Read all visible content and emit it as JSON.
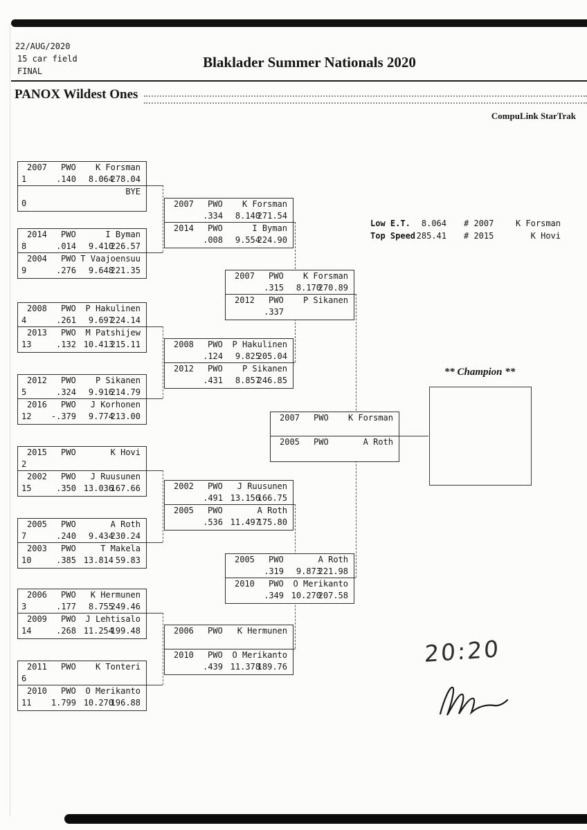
{
  "header": {
    "date": "22/AUG/2020",
    "field_size": "15 car field",
    "round_label": "FINAL",
    "event_title": "Blaklader Summer Nationals 2020",
    "class_title": "PANOX Wildest Ones",
    "timing_brand": "CompuLink StarTrak"
  },
  "stats": {
    "low_et": {
      "label": "Low  E.T.",
      "value": "8.064",
      "car": "# 2007",
      "driver": "K Forsman"
    },
    "top_speed": {
      "label": "Top Speed",
      "value": "285.41",
      "car": "# 2015",
      "driver": "K Hovi"
    }
  },
  "champion": {
    "label": "** Champion **",
    "name": ""
  },
  "annotations": {
    "handwritten_time": "20:20",
    "signature": "signature-scribble"
  },
  "bracket": {
    "round1": [
      [
        {
          "car": "2007",
          "cls": "PWO",
          "driver": "K Forsman",
          "seed": "1",
          "rt": ".140",
          "et": "8.064",
          "speed": "278.04"
        },
        {
          "car": "",
          "cls": "",
          "driver": "BYE",
          "seed": "0",
          "rt": "",
          "et": "",
          "speed": ""
        }
      ],
      [
        {
          "car": "2014",
          "cls": "PWO",
          "driver": "I Byman",
          "seed": "8",
          "rt": ".014",
          "et": "9.410",
          "speed": "226.57"
        },
        {
          "car": "2004",
          "cls": "PWO",
          "driver": "T Vaajoensuu",
          "seed": "9",
          "rt": ".276",
          "et": "9.648",
          "speed": "221.35"
        }
      ],
      [
        {
          "car": "2008",
          "cls": "PWO",
          "driver": "P Hakulinen",
          "seed": "4",
          "rt": ".261",
          "et": "9.697",
          "speed": "224.14"
        },
        {
          "car": "2013",
          "cls": "PWO",
          "driver": "M Patshijew",
          "seed": "13",
          "rt": ".132",
          "et": "10.413",
          "speed": "215.11"
        }
      ],
      [
        {
          "car": "2012",
          "cls": "PWO",
          "driver": "P Sikanen",
          "seed": "5",
          "rt": ".324",
          "et": "9.916",
          "speed": "214.79"
        },
        {
          "car": "2016",
          "cls": "PWO",
          "driver": "J Korhonen",
          "seed": "12",
          "rt": "-.379",
          "et": "9.774",
          "speed": "213.00"
        }
      ],
      [
        {
          "car": "2015",
          "cls": "PWO",
          "driver": "K Hovi",
          "seed": "2",
          "rt": "",
          "et": "",
          "speed": ""
        },
        {
          "car": "2002",
          "cls": "PWO",
          "driver": "J Ruusunen",
          "seed": "15",
          "rt": ".350",
          "et": "13.036",
          "speed": "167.66"
        }
      ],
      [
        {
          "car": "2005",
          "cls": "PWO",
          "driver": "A Roth",
          "seed": "7",
          "rt": ".240",
          "et": "9.434",
          "speed": "230.24"
        },
        {
          "car": "2003",
          "cls": "PWO",
          "driver": "T Makela",
          "seed": "10",
          "rt": ".385",
          "et": "13.814",
          "speed": "59.83"
        }
      ],
      [
        {
          "car": "2006",
          "cls": "PWO",
          "driver": "K Hermunen",
          "seed": "3",
          "rt": ".177",
          "et": "8.755",
          "speed": "249.46"
        },
        {
          "car": "2009",
          "cls": "PWO",
          "driver": "J Lehtisalo",
          "seed": "14",
          "rt": ".268",
          "et": "11.254",
          "speed": "199.48"
        }
      ],
      [
        {
          "car": "2011",
          "cls": "PWO",
          "driver": "K Tonteri",
          "seed": "6",
          "rt": "",
          "et": "",
          "speed": ""
        },
        {
          "car": "2010",
          "cls": "PWO",
          "driver": "O Merikanto",
          "seed": "11",
          "rt": "1.799",
          "et": "10.270",
          "speed": "196.88"
        }
      ]
    ],
    "round2": [
      [
        {
          "car": "2007",
          "cls": "PWO",
          "driver": "K Forsman",
          "seed": "",
          "rt": ".334",
          "et": "8.140",
          "speed": "271.54"
        },
        {
          "car": "2014",
          "cls": "PWO",
          "driver": "I Byman",
          "seed": "",
          "rt": ".008",
          "et": "9.554",
          "speed": "224.90"
        }
      ],
      [
        {
          "car": "2008",
          "cls": "PWO",
          "driver": "P Hakulinen",
          "seed": "",
          "rt": ".124",
          "et": "9.825",
          "speed": "205.04"
        },
        {
          "car": "2012",
          "cls": "PWO",
          "driver": "P Sikanen",
          "seed": "",
          "rt": ".431",
          "et": "8.857",
          "speed": "246.85"
        }
      ],
      [
        {
          "car": "2002",
          "cls": "PWO",
          "driver": "J Ruusunen",
          "seed": "",
          "rt": ".491",
          "et": "13.156",
          "speed": "166.75"
        },
        {
          "car": "2005",
          "cls": "PWO",
          "driver": "A Roth",
          "seed": "",
          "rt": ".536",
          "et": "11.497",
          "speed": "175.80"
        }
      ],
      [
        {
          "car": "2006",
          "cls": "PWO",
          "driver": "K Hermunen",
          "seed": "",
          "rt": "",
          "et": "",
          "speed": ""
        },
        {
          "car": "2010",
          "cls": "PWO",
          "driver": "O Merikanto",
          "seed": "",
          "rt": ".439",
          "et": "11.378",
          "speed": "189.76"
        }
      ]
    ],
    "round3": [
      [
        {
          "car": "2007",
          "cls": "PWO",
          "driver": "K Forsman",
          "seed": "",
          "rt": ".315",
          "et": "8.170",
          "speed": "270.89"
        },
        {
          "car": "2012",
          "cls": "PWO",
          "driver": "P Sikanen",
          "seed": "",
          "rt": ".337",
          "et": "",
          "speed": ""
        }
      ],
      [
        {
          "car": "2005",
          "cls": "PWO",
          "driver": "A Roth",
          "seed": "",
          "rt": ".319",
          "et": "9.873",
          "speed": "221.98"
        },
        {
          "car": "2010",
          "cls": "PWO",
          "driver": "O Merikanto",
          "seed": "",
          "rt": ".349",
          "et": "10.270",
          "speed": "207.58"
        }
      ]
    ],
    "final": [
      [
        {
          "car": "2007",
          "cls": "PWO",
          "driver": "K Forsman",
          "seed": "",
          "rt": "",
          "et": "",
          "speed": ""
        },
        {
          "car": "2005",
          "cls": "PWO",
          "driver": "A Roth",
          "seed": "",
          "rt": "",
          "et": "",
          "speed": ""
        }
      ]
    ]
  }
}
